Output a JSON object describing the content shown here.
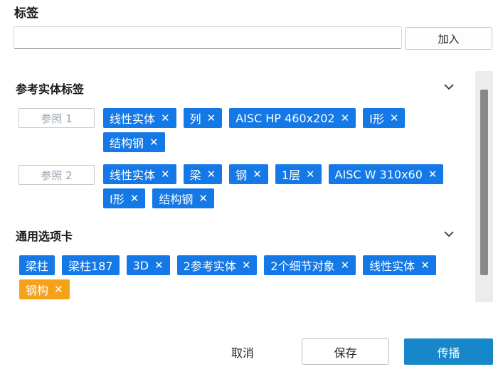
{
  "tags_section": {
    "title": "标签",
    "input_value": "",
    "input_placeholder": "",
    "add_label": "加入"
  },
  "ref_section": {
    "title": "参考实体标签",
    "refs": [
      {
        "label": "参照 1",
        "chips": [
          "线性实体",
          "列",
          "AISC HP 460x202",
          "I形",
          "结构钢"
        ]
      },
      {
        "label": "参照 2",
        "chips": [
          "线性实体",
          "梁",
          "钢",
          "1层",
          "AISC W 310x60",
          "I形",
          "结构钢"
        ]
      }
    ]
  },
  "general_section": {
    "title": "通用选项卡",
    "chips": [
      {
        "label": "梁柱",
        "removable": false,
        "color": "#1478e6"
      },
      {
        "label": "梁柱187",
        "removable": false,
        "color": "#1478e6"
      },
      {
        "label": "3D",
        "removable": true,
        "color": "#1478e6"
      },
      {
        "label": "2参考实体",
        "removable": true,
        "color": "#1478e6"
      },
      {
        "label": "2个细节对象",
        "removable": true,
        "color": "#1478e6"
      },
      {
        "label": "线性实体",
        "removable": true,
        "color": "#1478e6"
      },
      {
        "label": "钢构",
        "removable": true,
        "color": "#f5a21a"
      }
    ]
  },
  "footer": {
    "cancel_label": "取消",
    "save_label": "保存",
    "spread_label": "传播"
  },
  "icons": {
    "remove": "close-icon",
    "collapse": "chevron-down-icon"
  },
  "colors": {
    "chip_blue": "#1478e6",
    "chip_orange": "#f5a21a",
    "primary_button": "#1687c9"
  }
}
